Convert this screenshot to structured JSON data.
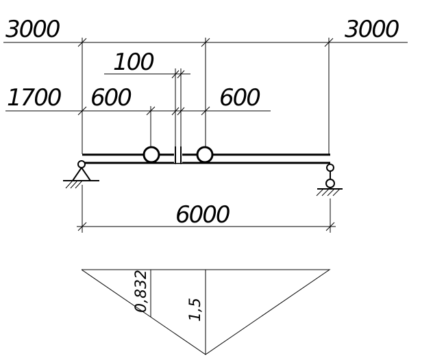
{
  "dimensions": {
    "left_top": "3000",
    "right_top": "3000",
    "gap": "100",
    "left_offset": "1700",
    "wheel_left": "600",
    "wheel_right": "600",
    "span": "6000"
  },
  "influence_line": {
    "ordinate_small": "0,832",
    "ordinate_max": "1,5"
  }
}
